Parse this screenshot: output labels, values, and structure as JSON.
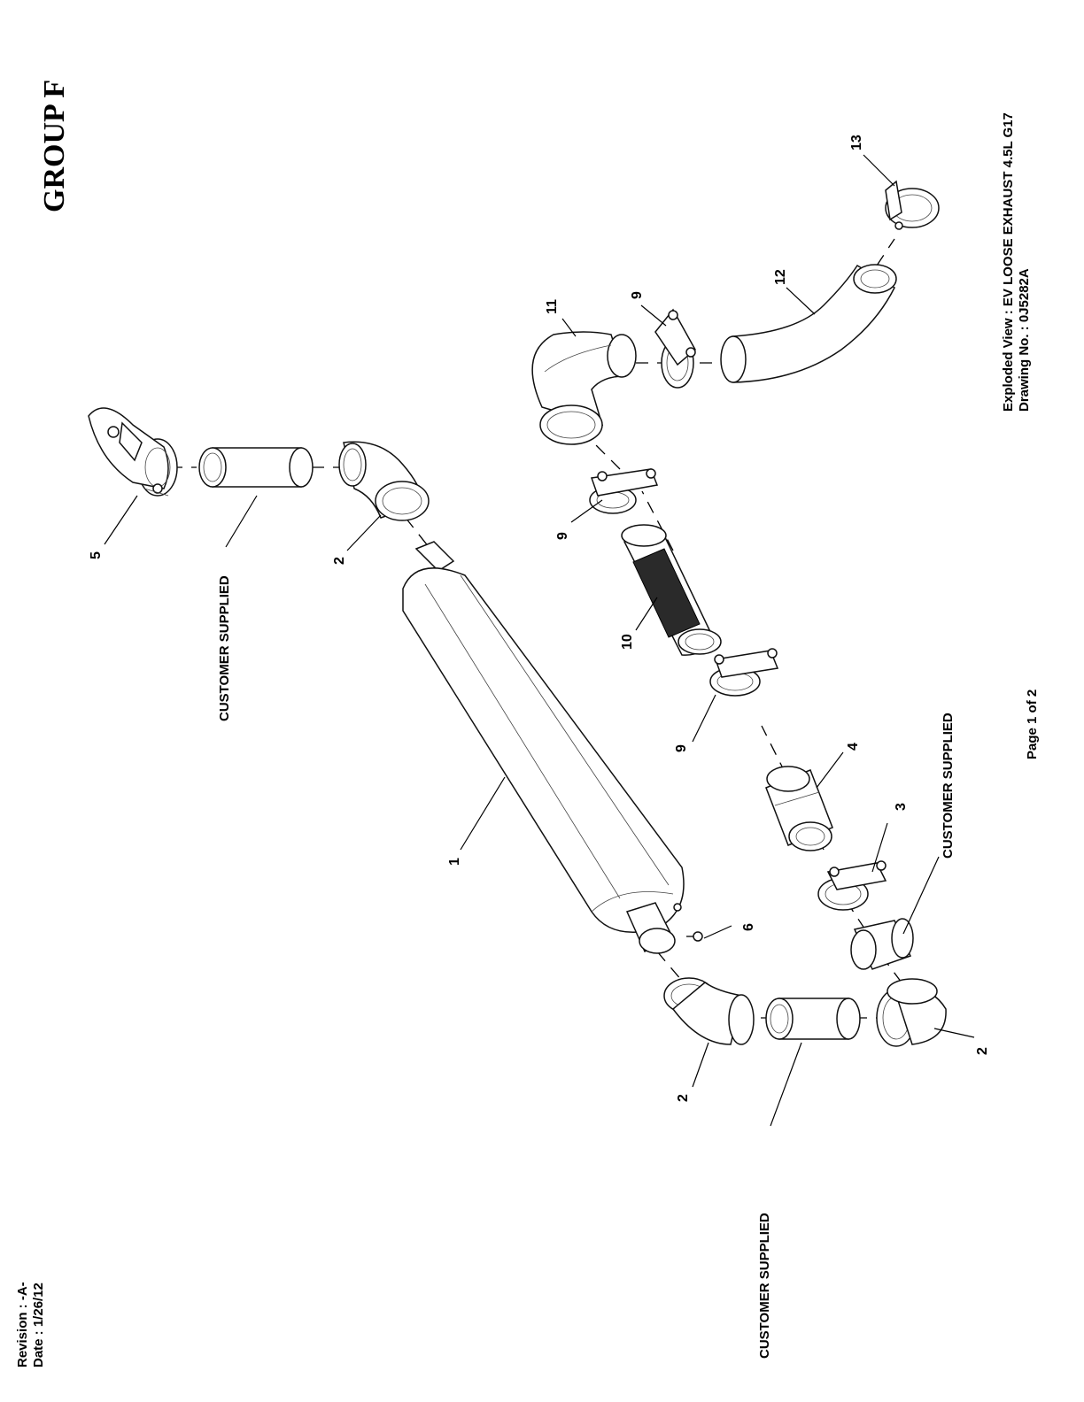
{
  "header": {
    "group_title": "GROUP F"
  },
  "title_block": {
    "view_title": "Exploded View : EV LOOSE EXHAUST 4.5L G17",
    "drawing_number": "Drawing No. : 0J5282A",
    "page": "Page 1 of 2",
    "revision": "Revision : -A-",
    "date": "Date :  1/26/12"
  },
  "callouts": {
    "item_1": "1",
    "item_2_top": "2",
    "item_2_lower_left": "2",
    "item_2_lower_right": "2",
    "item_3": "3",
    "item_4": "4",
    "item_5": "5",
    "item_6": "6",
    "item_9_upper": "9",
    "item_9_middle": "9",
    "item_9_right": "9",
    "item_10": "10",
    "item_11": "11",
    "item_12": "12",
    "item_13": "13"
  },
  "notes": {
    "customer_supplied_top": "CUSTOMER SUPPLIED",
    "customer_supplied_right": "CUSTOMER SUPPLIED",
    "customer_supplied_bottom": "CUSTOMER SUPPLIED"
  }
}
